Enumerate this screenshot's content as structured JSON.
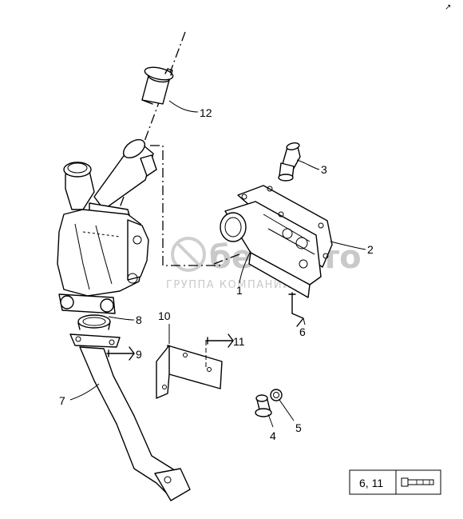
{
  "corner_ref": "↗",
  "callouts": [
    {
      "id": "1",
      "text": "1"
    },
    {
      "id": "2",
      "text": "2"
    },
    {
      "id": "3",
      "text": "3"
    },
    {
      "id": "4",
      "text": "4"
    },
    {
      "id": "5",
      "text": "5"
    },
    {
      "id": "6",
      "text": "6"
    },
    {
      "id": "7",
      "text": "7"
    },
    {
      "id": "8",
      "text": "8"
    },
    {
      "id": "9",
      "text": "9"
    },
    {
      "id": "10",
      "text": "10"
    },
    {
      "id": "11",
      "text": "11"
    },
    {
      "id": "12",
      "text": "12"
    }
  ],
  "watermark": {
    "brand": "беларто",
    "subtitle": "ГРУППА КОМПАНИЙ"
  },
  "legend_box": {
    "text": "6, 11",
    "icon": "bolt-icon"
  }
}
